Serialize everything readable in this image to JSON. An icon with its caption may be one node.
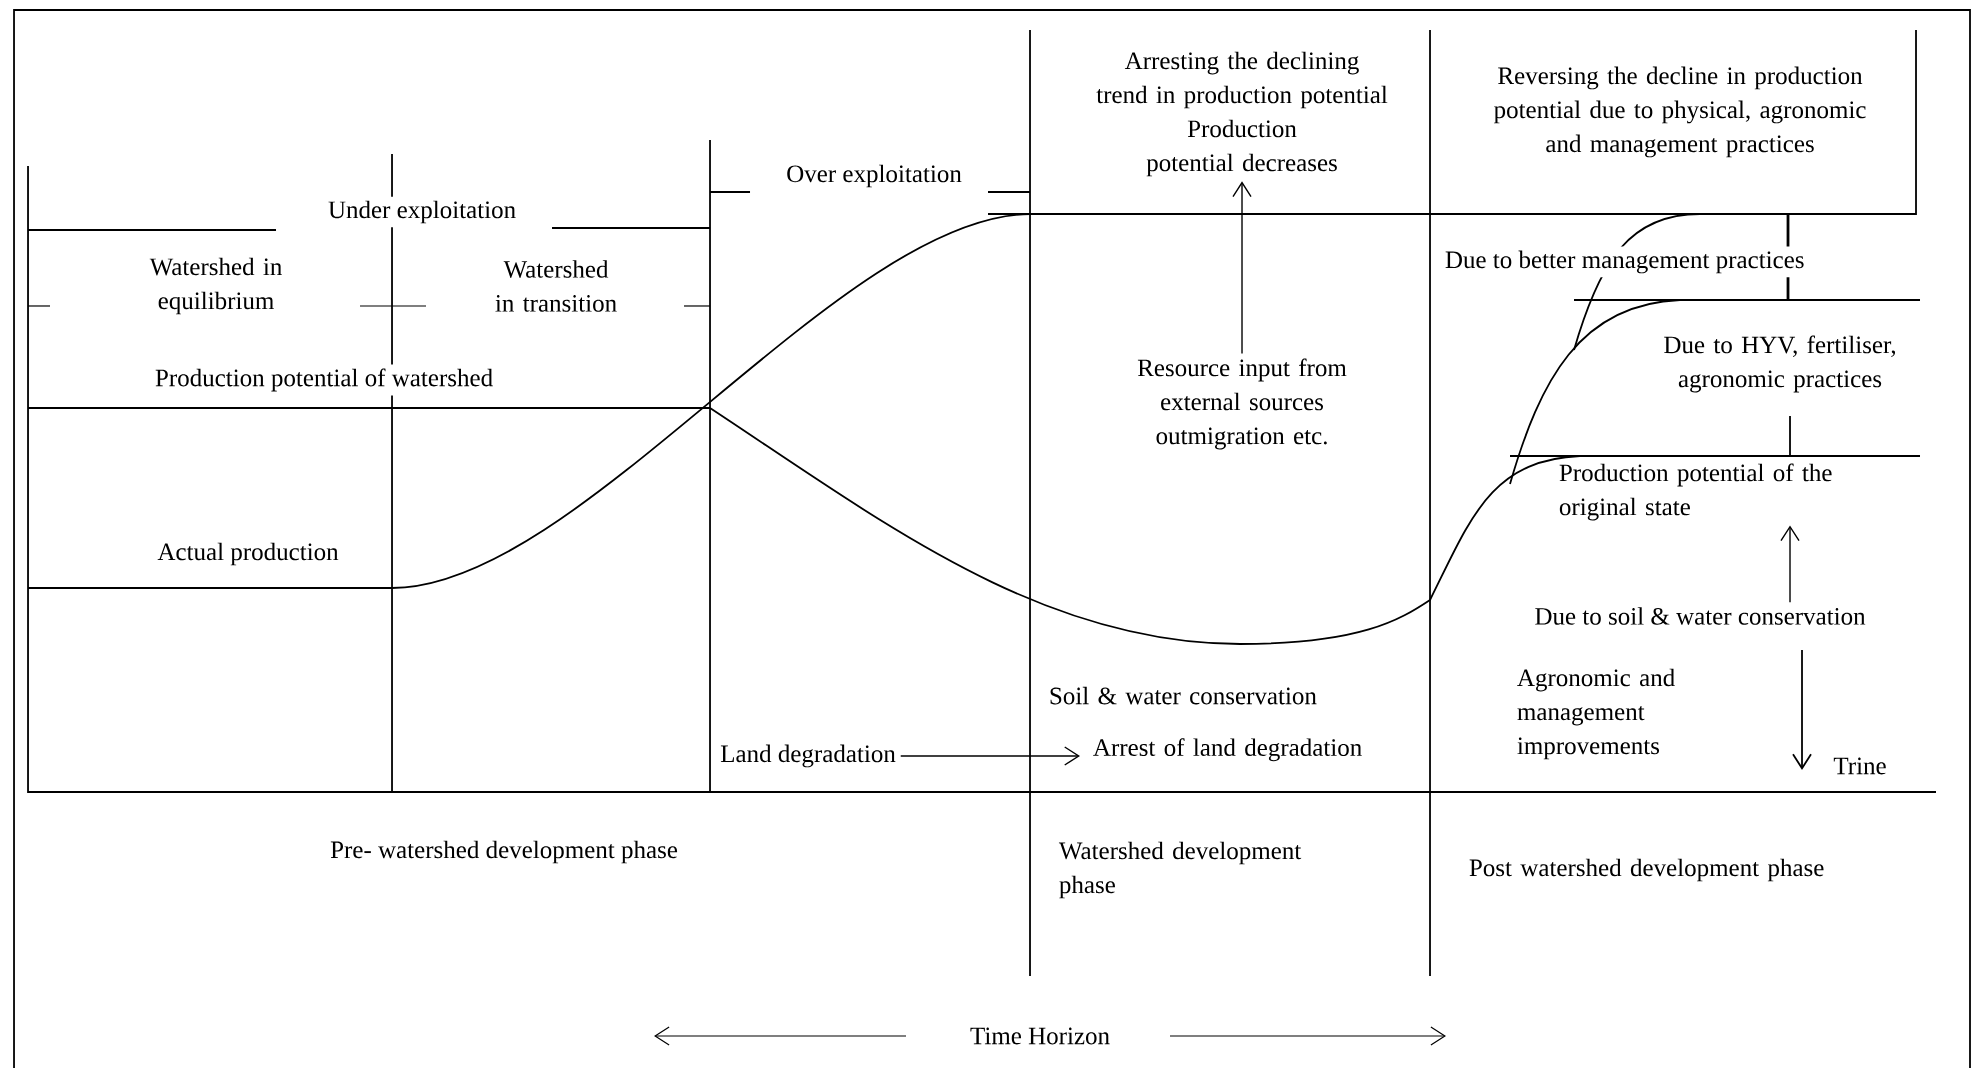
{
  "diagram": {
    "nodes": [
      {
        "text": [
          "Arresting the declining trend in production potential",
          "Production potential decreases"
        ]
      },
      {
        "text": [
          "Resource input from external sources outmigration etc."
        ]
      },
      {
        "text": [
          "Land degradation"
        ]
      },
      {
        "text": [
          "Soil & water conservation",
          "Arrest of land degradation"
        ]
      },
      {
        "text": [
          "Production potential of the original state"
        ]
      },
      {
        "text": [
          "Due to soil & water conservation"
        ]
      }
    ],
    "edges": [
      {
        "from": 1,
        "to": 0,
        "arrow": "to"
      },
      {
        "from": 2,
        "to": 3,
        "arrow": "to"
      },
      {
        "from": 5,
        "to": 4,
        "arrow": "to"
      }
    ],
    "labels": [
      "Under exploitation",
      "Over exploitation",
      "Watershed in equilibrium",
      "Watershed in transition",
      "Production potential of watershed",
      "Actual production",
      "Reversing the decline in production potential due to physical, agronomic and management practices",
      "Due to better management practices",
      "Due to HYV, fertiliser, agronomic practices",
      "Agronomic and management improvements",
      "Trine",
      "Pre- watershed development phase",
      "Watershed development phase",
      "Post watershed development phase",
      "Time Horizon"
    ]
  }
}
